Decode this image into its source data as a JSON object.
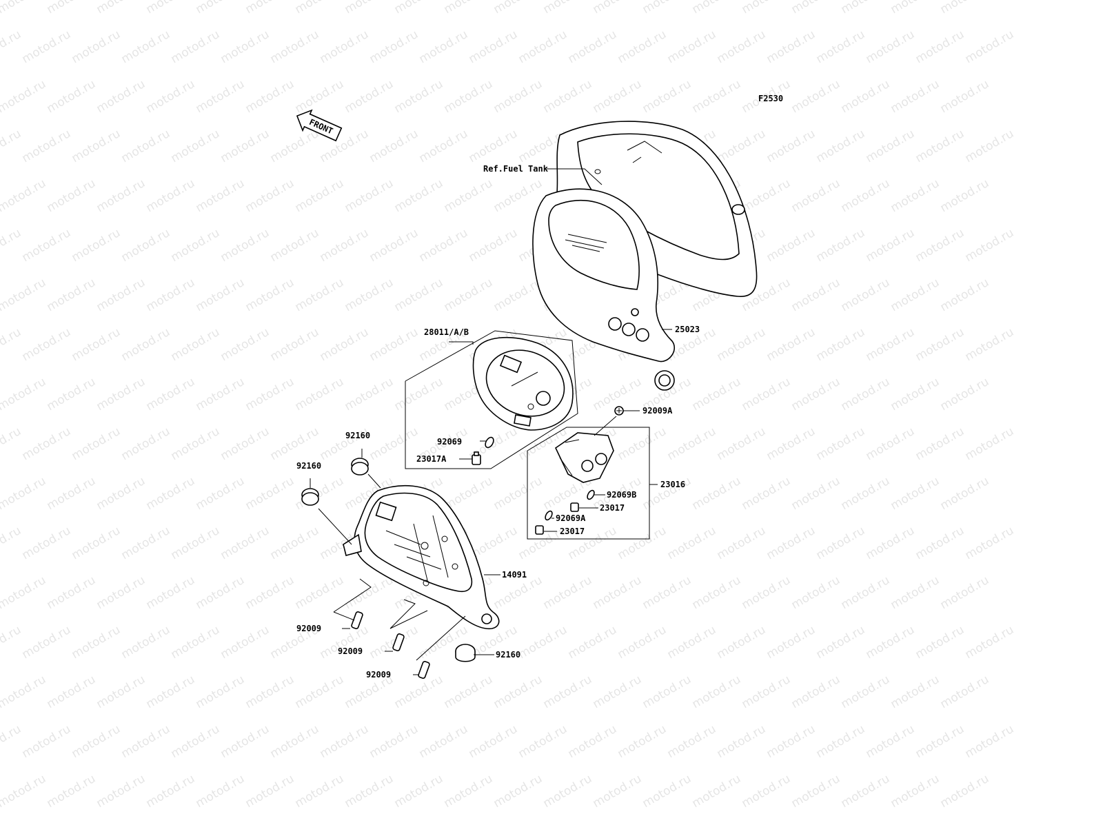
{
  "figure_code": "F2530",
  "front_arrow_label": "FRONT",
  "watermark_text": "motod.ru",
  "callouts": {
    "ref_fuel_tank": "Ref.Fuel Tank",
    "p25023": "25023",
    "p28011": "28011/A/B",
    "p92069": "92069",
    "p23017A": "23017A",
    "p92009A": "92009A",
    "p23016": "23016",
    "p92069B": "92069B",
    "p23017_upper": "23017",
    "p92069A": "92069A",
    "p23017_lower": "23017",
    "p92160_upper": "92160",
    "p92160_left": "92160",
    "p14091": "14091",
    "p92009_a": "92009",
    "p92009_b": "92009",
    "p92009_c": "92009",
    "p92160_bottom": "92160"
  }
}
